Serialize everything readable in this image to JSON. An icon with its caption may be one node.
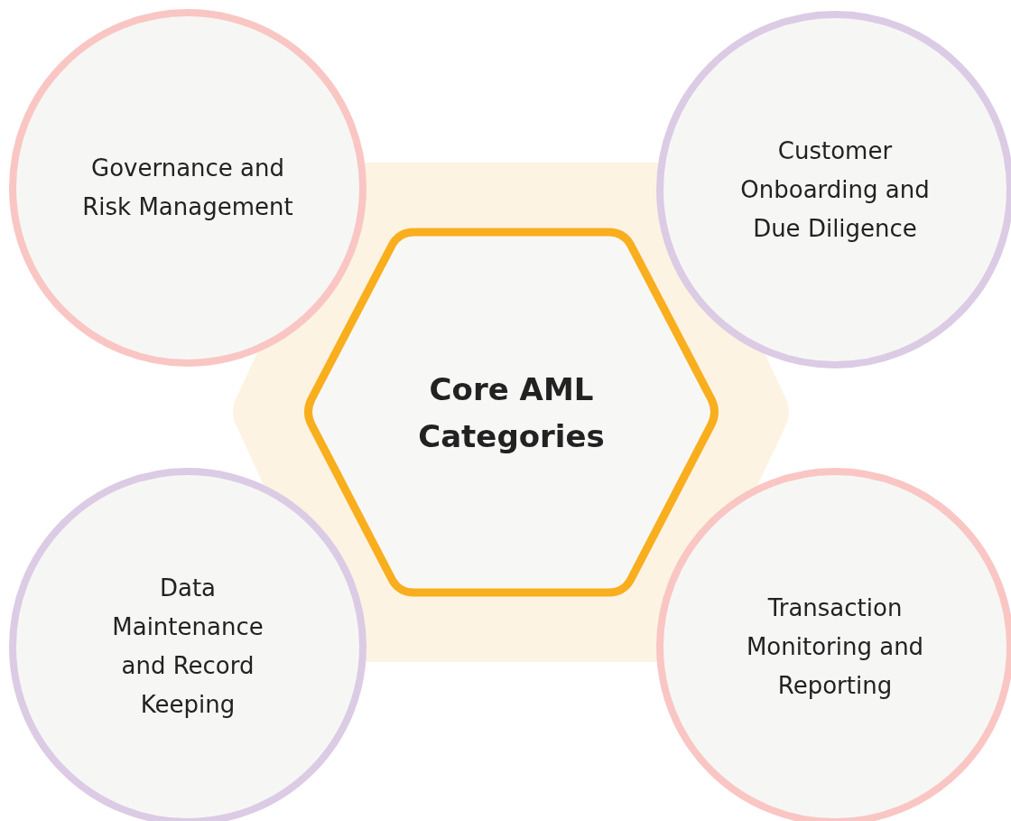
{
  "diagram": {
    "nodes": [
      {
        "text": [
          "Governance and Risk Management"
        ]
      },
      {
        "text": [
          "Customer Onboarding and Due Diligence"
        ]
      },
      {
        "text": [
          "Core AML Categories"
        ]
      },
      {
        "text": [
          "Data Maintenance and Record Keeping"
        ]
      },
      {
        "text": [
          "Transaction Monitoring and Reporting"
        ]
      }
    ],
    "edges": []
  }
}
